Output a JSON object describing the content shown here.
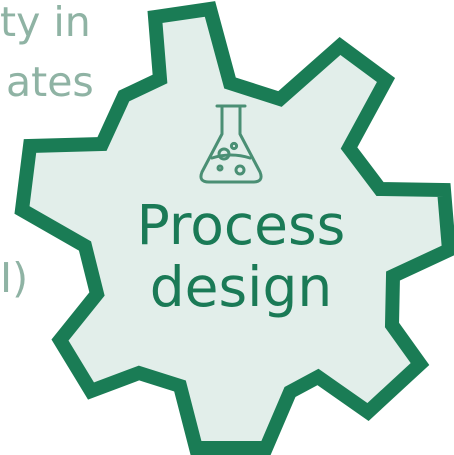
{
  "background_text": {
    "line1": "ty in",
    "line2": "ates",
    "line3": "I)"
  },
  "gear": {
    "label_line1": "Process",
    "label_line2": "design",
    "icon": "flask-icon"
  },
  "colors": {
    "gear_stroke": "#1a7c55",
    "gear_fill": "#e2eeea",
    "label": "#1a7a56",
    "background_text": "#8fb3a4"
  }
}
